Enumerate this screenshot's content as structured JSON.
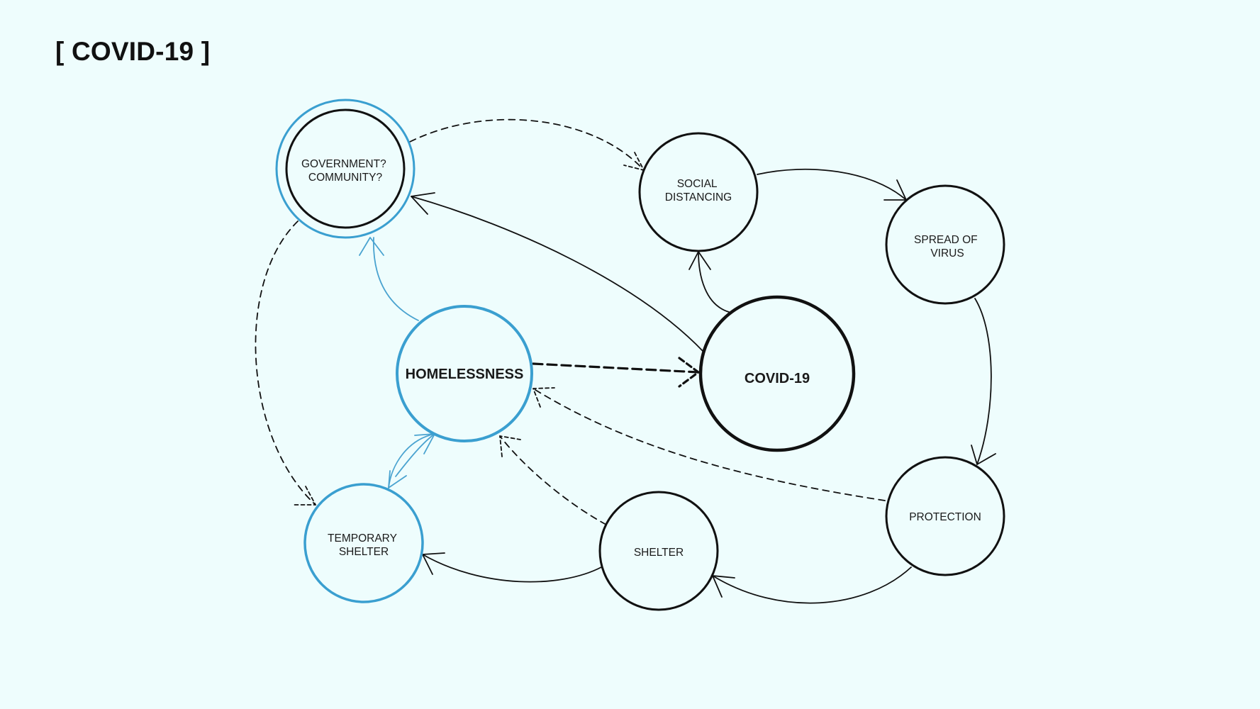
{
  "title": "[ COVID-19 ]",
  "colors": {
    "background": "#eefdfd",
    "ink": "#111111",
    "accent_blue": "#3a9fd0"
  },
  "nodes": {
    "government": {
      "lines": [
        "GOVERNMENT?",
        "COMMUNITY?"
      ]
    },
    "social_distancing": {
      "lines": [
        "SOCIAL",
        "DISTANCING"
      ]
    },
    "spread_of_virus": {
      "lines": [
        "SPREAD OF",
        "VIRUS"
      ]
    },
    "homelessness": {
      "lines": [
        "HOMELESSNESS"
      ]
    },
    "covid19": {
      "lines": [
        "COVID-19"
      ]
    },
    "protection": {
      "lines": [
        "PROTECTION"
      ]
    },
    "shelter": {
      "lines": [
        "SHELTER"
      ]
    },
    "temporary_shelter": {
      "lines": [
        "TEMPORARY",
        "SHELTER"
      ]
    }
  },
  "edges": [
    {
      "from": "government",
      "to": "social_distancing",
      "style": "dashed"
    },
    {
      "from": "covid19",
      "to": "government",
      "style": "solid"
    },
    {
      "from": "covid19",
      "to": "social_distancing",
      "style": "solid"
    },
    {
      "from": "social_distancing",
      "to": "spread_of_virus",
      "style": "solid"
    },
    {
      "from": "spread_of_virus",
      "to": "protection",
      "style": "solid"
    },
    {
      "from": "protection",
      "to": "shelter",
      "style": "solid"
    },
    {
      "from": "shelter",
      "to": "temporary_shelter",
      "style": "solid"
    },
    {
      "from": "homelessness",
      "to": "covid19",
      "style": "dashed-bold"
    },
    {
      "from": "protection",
      "to": "homelessness",
      "style": "dashed"
    },
    {
      "from": "shelter",
      "to": "homelessness",
      "style": "dashed"
    },
    {
      "from": "government",
      "to": "temporary_shelter",
      "style": "dashed"
    },
    {
      "from": "homelessness",
      "to": "government",
      "style": "blue"
    },
    {
      "from": "homelessness",
      "to": "temporary_shelter",
      "style": "blue"
    },
    {
      "from": "temporary_shelter",
      "to": "homelessness",
      "style": "blue"
    }
  ]
}
